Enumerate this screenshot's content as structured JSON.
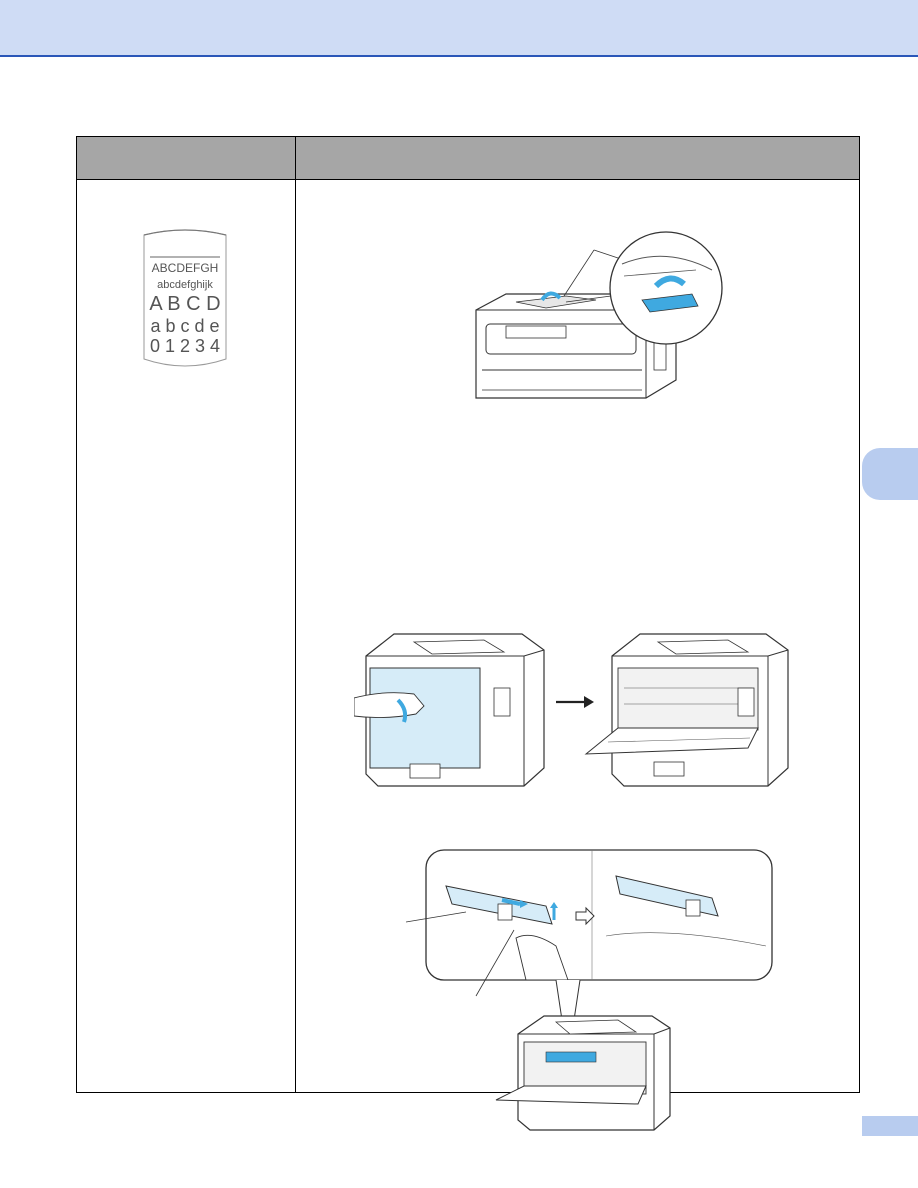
{
  "table": {
    "header": {
      "symptom": "",
      "suggestion": ""
    },
    "sample_print": {
      "lines": [
        "ABCDEFGH",
        "abcdefghijk",
        "A B C D",
        "a b c d e",
        "0 1 2 3 4"
      ]
    }
  },
  "colors": {
    "header_band": "#cfdcf5",
    "header_rule": "#2a56b8",
    "tab": "#b8ccef",
    "table_head": "#a6a6a6",
    "accent_blue": "#3fa9e0",
    "panel_blue": "#d6ecf8"
  },
  "icons": [
    "arrow-right-icon",
    "hollow-arrow-right-icon",
    "rotate-arrow-icon"
  ]
}
